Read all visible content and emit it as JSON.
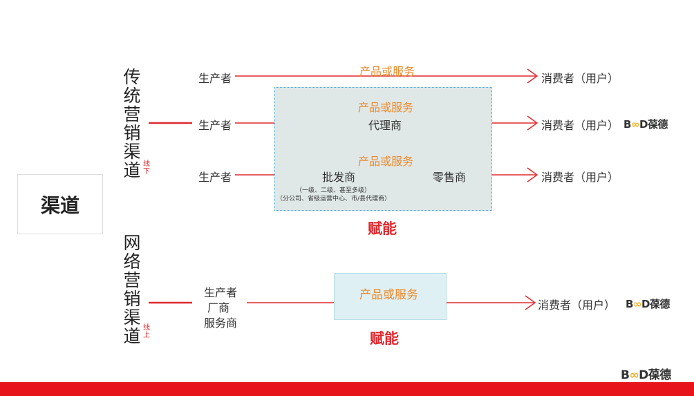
{
  "channel_title": "渠道",
  "traditional": {
    "label": "传统营销渠道",
    "tag": "线下"
  },
  "online": {
    "label": "网络营销渠道",
    "tag": "线上"
  },
  "producer": "生产者",
  "consumer": "消费者（用户）",
  "product": "产品或服务",
  "agent": "代理商",
  "wholesaler": "批发商",
  "retailer": "零售商",
  "wholesaler_note1": "（一级、二级、甚至多级）",
  "wholesaler_note2": "（分公司、省级运营中心、市/县代理商）",
  "empower": "赋能",
  "online_sources": [
    "生产者",
    "厂商",
    "服务商"
  ],
  "logo": {
    "b": "B",
    "inf": "∞",
    "d": "D",
    "cn": "葆德"
  },
  "colors": {
    "red": "#e0282e",
    "orange": "#ec8a2a"
  }
}
